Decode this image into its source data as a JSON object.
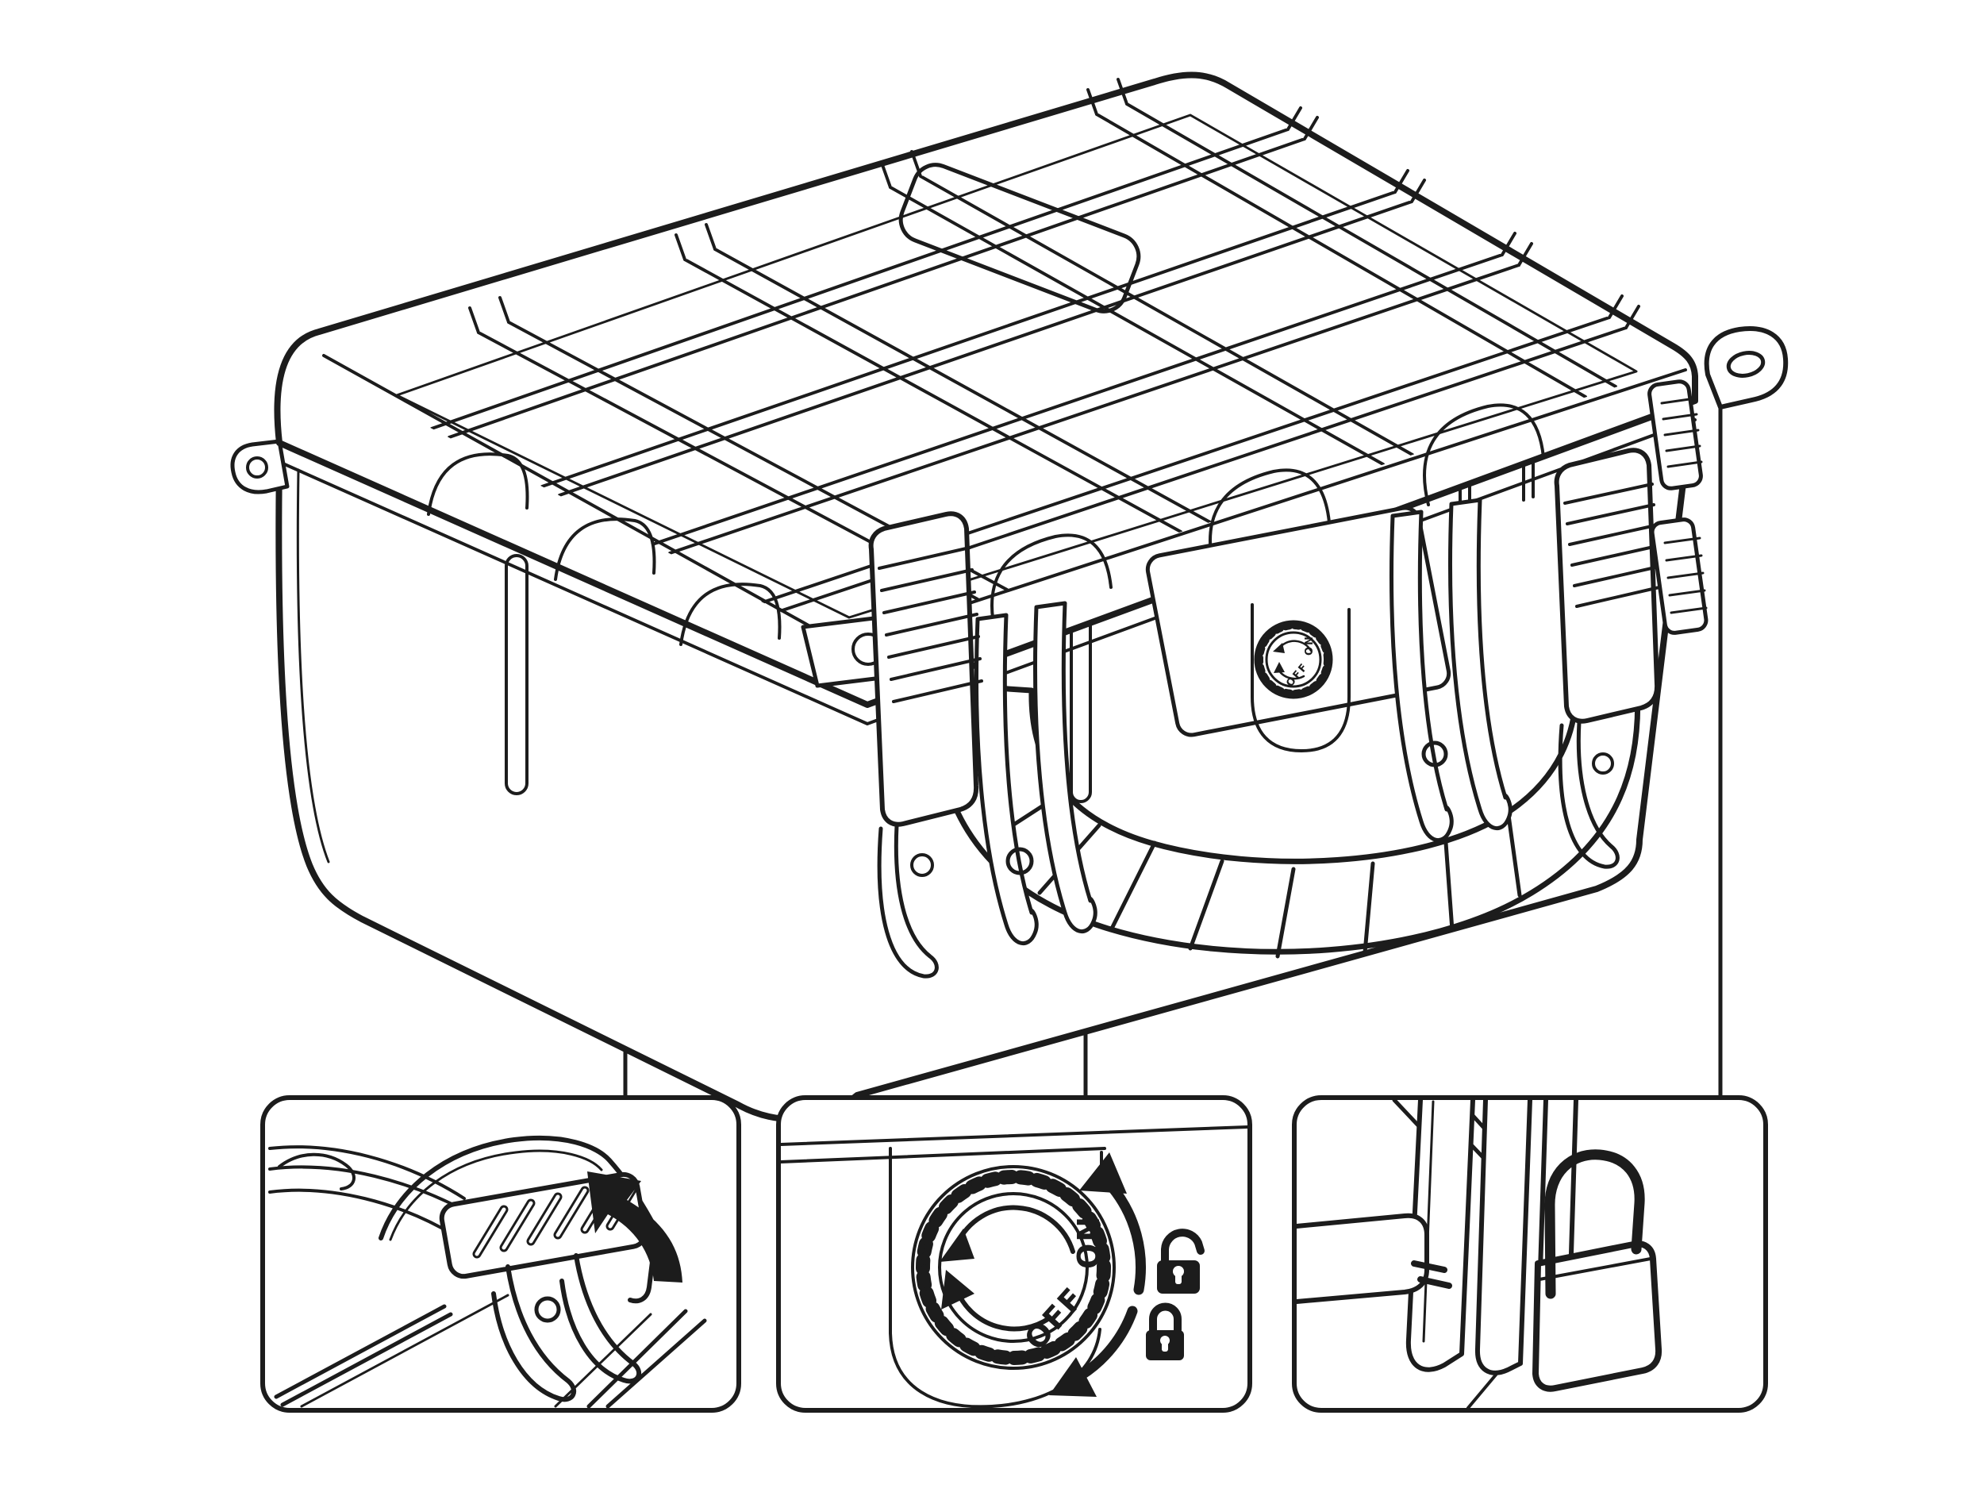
{
  "page": {
    "background_color": "#ffffff",
    "line_color": "#1c1c1c",
    "content": "line-art instruction diagram of a rugged protective hard case"
  },
  "main_case": {
    "dial_labels": {
      "on": "ON",
      "off": "OFF"
    },
    "features": [
      "ribbed-grid-lid",
      "front-latch",
      "thumb-dial",
      "carry-handle",
      "padlock-hasp"
    ]
  },
  "callout_latch": {
    "icon": "open-latch-arrow-icon",
    "shows": "lifting the ribbed latch"
  },
  "callout_dial": {
    "on": "ON",
    "off": "OFF",
    "unlock_icon": "padlock-open-icon",
    "lock_icon": "padlock-closed-icon",
    "unlock_arrow": "rotate-counterclockwise-arrow-icon",
    "lock_arrow": "rotate-clockwise-arrow-icon"
  },
  "callout_padlock": {
    "icon": "padlock-shackle-through-hasp-icon",
    "shows": "padlock installed through hasp holes"
  }
}
